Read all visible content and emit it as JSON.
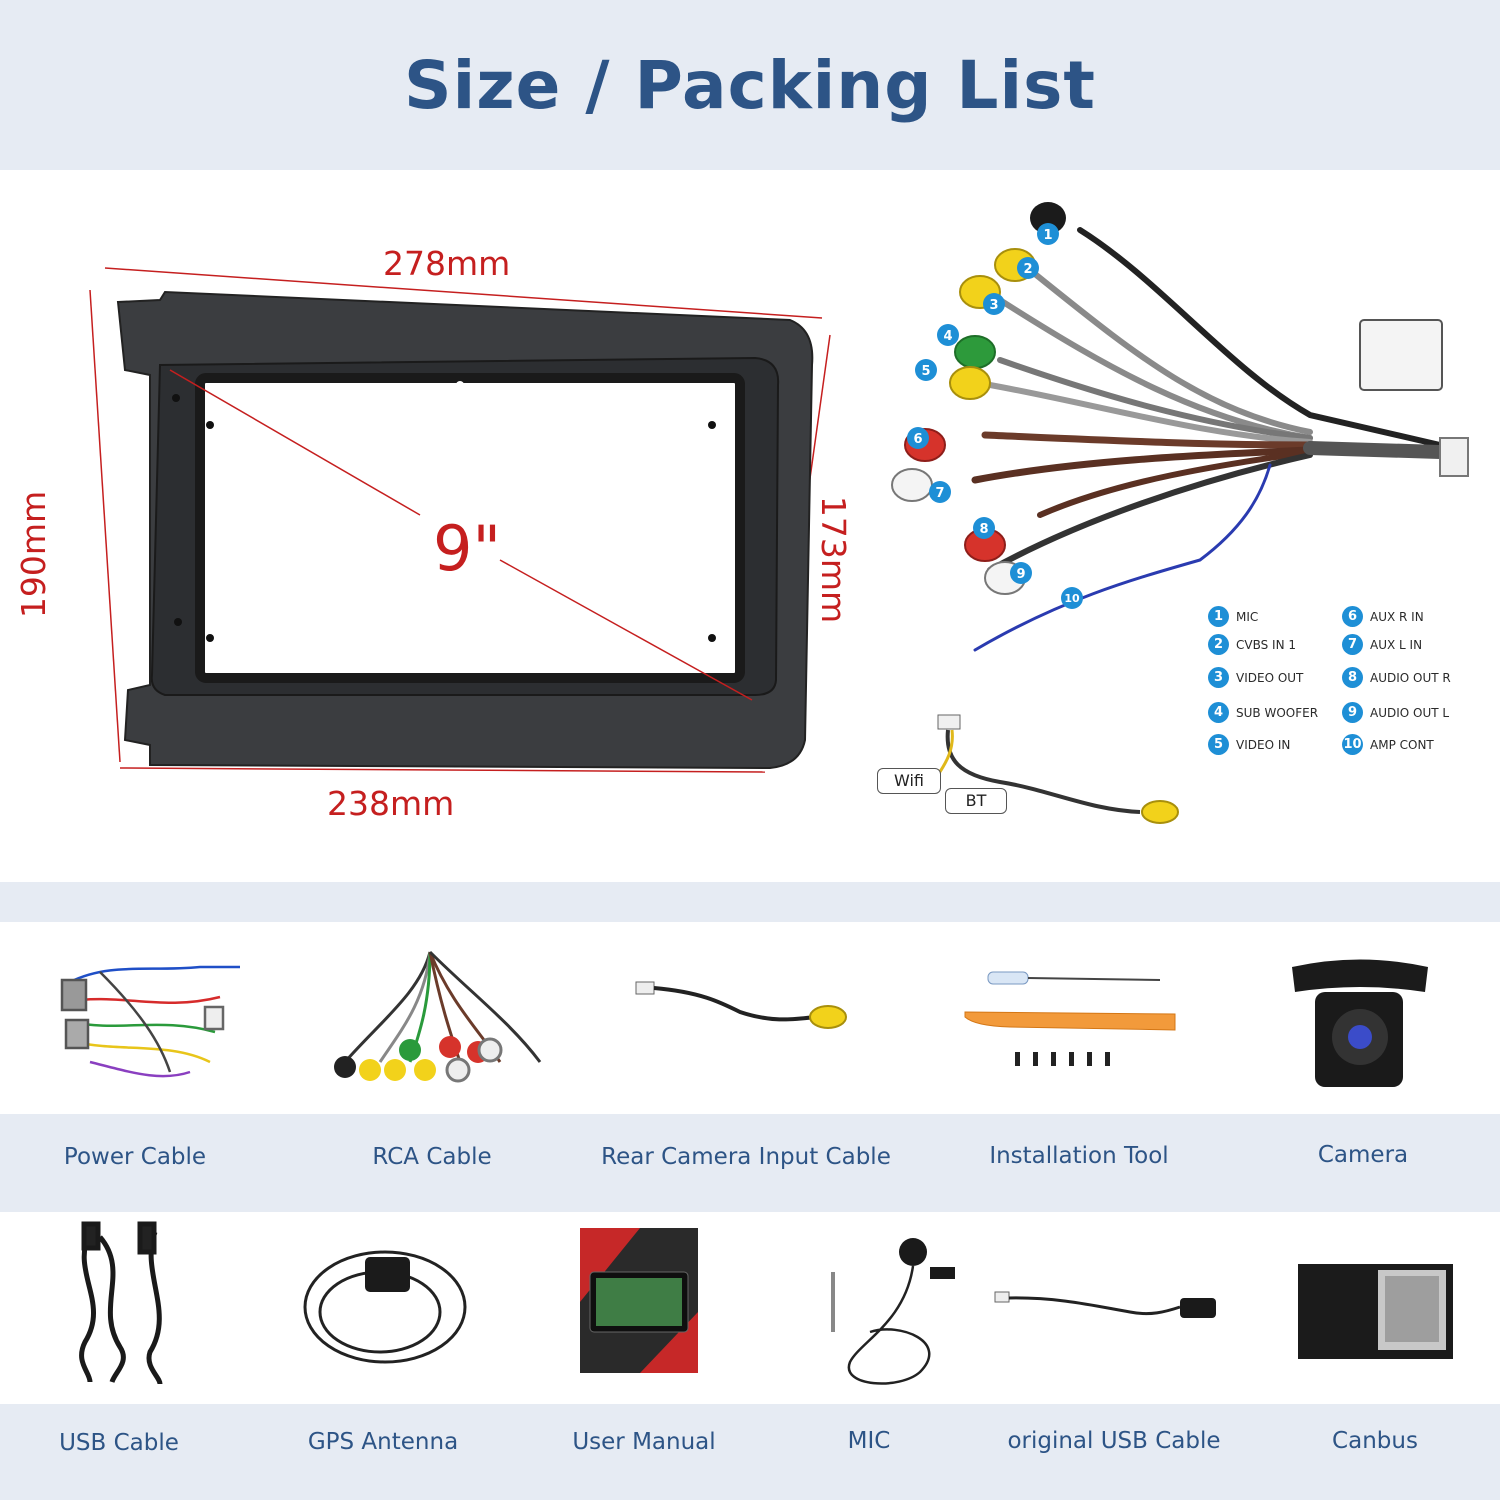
{
  "title": "Size / Packing List",
  "dimensions": {
    "top_width": "278mm",
    "bottom_width": "238mm",
    "left_height": "190mm",
    "right_height": "173mm",
    "screen_size": "9\""
  },
  "connectors": [
    {
      "num": "1",
      "label": "MIC"
    },
    {
      "num": "2",
      "label": "CVBS IN 1"
    },
    {
      "num": "3",
      "label": "VIDEO OUT"
    },
    {
      "num": "4",
      "label": "SUB WOOFER"
    },
    {
      "num": "5",
      "label": "VIDEO IN"
    },
    {
      "num": "6",
      "label": "AUX R IN"
    },
    {
      "num": "7",
      "label": "AUX L IN"
    },
    {
      "num": "8",
      "label": "AUDIO OUT R"
    },
    {
      "num": "9",
      "label": "AUDIO OUT L"
    },
    {
      "num": "10",
      "label": "AMP CONT"
    }
  ],
  "cable_tags": {
    "wifi": "Wifi",
    "bt": "BT"
  },
  "packing_row1": [
    {
      "label": "Power Cable"
    },
    {
      "label": "RCA Cable"
    },
    {
      "label": "Rear Camera Input Cable"
    },
    {
      "label": "Installation Tool"
    },
    {
      "label": "Camera"
    }
  ],
  "packing_row2": [
    {
      "label": "USB Cable"
    },
    {
      "label": "GPS Antenna"
    },
    {
      "label": "User Manual"
    },
    {
      "label": "MIC"
    },
    {
      "label": "original USB Cable"
    },
    {
      "label": "Canbus"
    }
  ],
  "colors": {
    "title": "#2d5486",
    "band": "#e6ebf3",
    "dimension_red": "#c51f1f",
    "badge_blue": "#1e8fd6"
  }
}
